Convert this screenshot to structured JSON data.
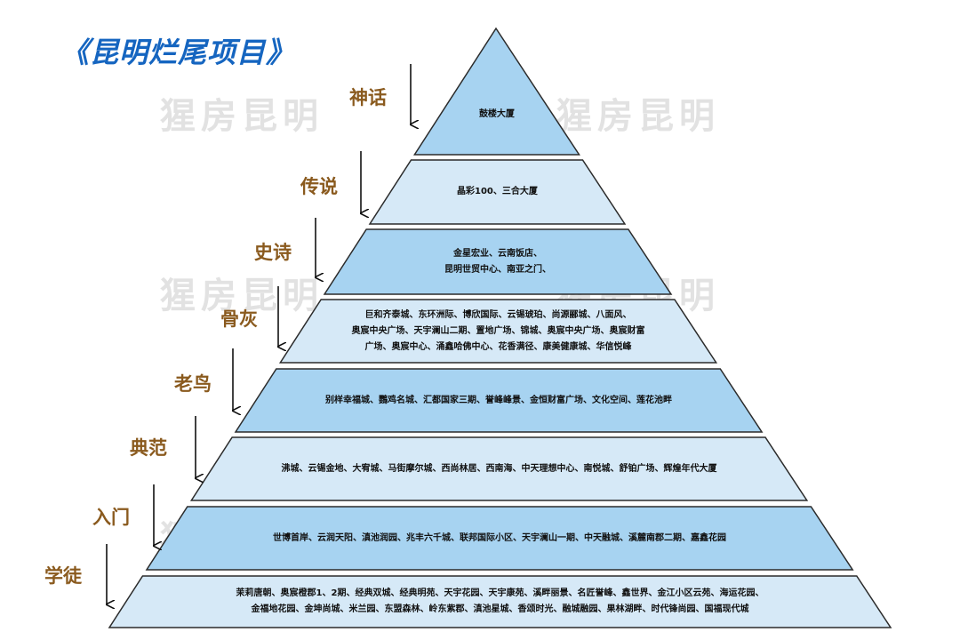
{
  "title": "《昆明烂尾项目》",
  "watermark": "猩房昆明",
  "tiers": [
    {
      "label": "神话",
      "lines": [
        "鼓楼大厦"
      ]
    },
    {
      "label": "传说",
      "lines": [
        "晶彩100、三合大厦"
      ]
    },
    {
      "label": "史诗",
      "lines": [
        "金星宏业、云南饭店、",
        "昆明世贸中心、南亚之门、"
      ]
    },
    {
      "label": "骨灰",
      "lines": [
        "巨和齐泰城、东环洲际、博欣国际、云锡琥珀、尚源郦城、八面风、",
        "奥宸中央广场、天宇澜山二期、置地广场、锦城、奥宸中央广场、奥宸财富",
        "广场、奥宸中心、涌鑫哈佛中心、花香满径、康美健康城、华信悦峰"
      ]
    },
    {
      "label": "老鸟",
      "lines": [
        "别样幸福城、鸚鸡名城、汇都国家三期、誉峰峰景、金恒财富广场、文化空间、莲花池畔"
      ]
    },
    {
      "label": "典范",
      "lines": [
        "沸城、云锡金地、大宥城、马街摩尔城、西尚林居、西南海、中天理想中心、南悦城、舒铂广场、辉煌年代大厦"
      ]
    },
    {
      "label": "入门",
      "lines": [
        "世博首岸、云润天阳、滇池润园、兆丰六千城、联邦国际小区、天宇澜山一期、中天融城、溪麓南郡二期、嘉鑫花园"
      ]
    },
    {
      "label": "学徒",
      "lines": [
        "茉莉唐朝、奥宸橙郡1、2期、经典双城、经典明苑、天宇花园、天宇康苑、溪畔丽景、名匠誉峰、鑫世界、金江小区云苑、海运花园、",
        "金福地花园、金坤尚城、米兰园、东盟森林、岭东紫郡、滇池星城、香颂时光、融城融园、果林湖畔、时代锋尚园、国福现代城"
      ]
    }
  ],
  "colors": {
    "title": "#1565c0",
    "label": "#8a5a1e",
    "tier_light": "#d6e9f7",
    "tier_dark": "#a7d3f1",
    "border": "#2b2b2b"
  }
}
